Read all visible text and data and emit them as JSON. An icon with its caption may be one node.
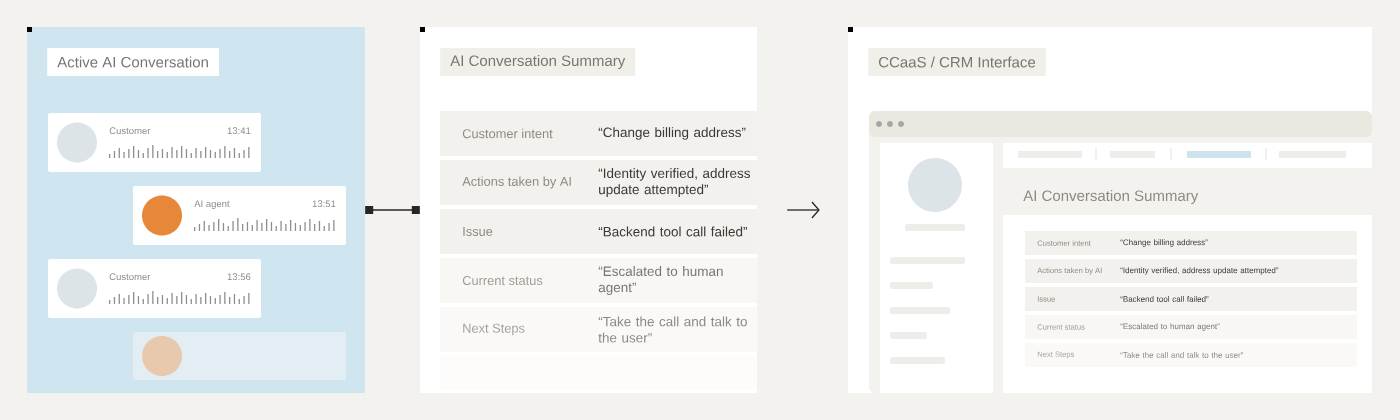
{
  "diagram": {
    "nodes": [
      {
        "text": [
          "Active AI Conversation"
        ]
      },
      {
        "text": [
          "Customer",
          "13:41"
        ],
        "in": 0
      },
      {
        "text": [
          "AI agent",
          "13:51"
        ],
        "in": 0
      },
      {
        "text": [
          "Customer",
          "13:56"
        ],
        "in": 0
      },
      {
        "text": [],
        "shape": "box",
        "in": 0
      },
      {
        "text": [
          "AI Conversation Summary"
        ]
      },
      {
        "text": [
          "CCaaS / CRM Interface"
        ]
      },
      {
        "text": [
          "AI Conversation Summary"
        ],
        "in": 6
      }
    ],
    "edges": [
      {
        "from": 0,
        "to": 5,
        "arrow": "other"
      },
      {
        "from": 5,
        "to": 6,
        "arrow": "to"
      }
    ],
    "labels": [
      "Customer intent",
      "“Change billing address”",
      "Actions taken by AI",
      "“Identity verified, address update attempted”",
      "Issue",
      "“Backend tool call failed”",
      "Current status",
      "“Escalated to human agent”",
      "Next Steps",
      "“Take the call and talk to the user”",
      "Customer intent",
      "“Change billing address”",
      "Actions taken by AI",
      "“Identity verified, address update attempted”",
      "Issue",
      "“Backend tool call failed”",
      "Current status",
      "“Escalated to human agent”",
      "Next Steps",
      "“Take the call and talk to the user”"
    ]
  }
}
